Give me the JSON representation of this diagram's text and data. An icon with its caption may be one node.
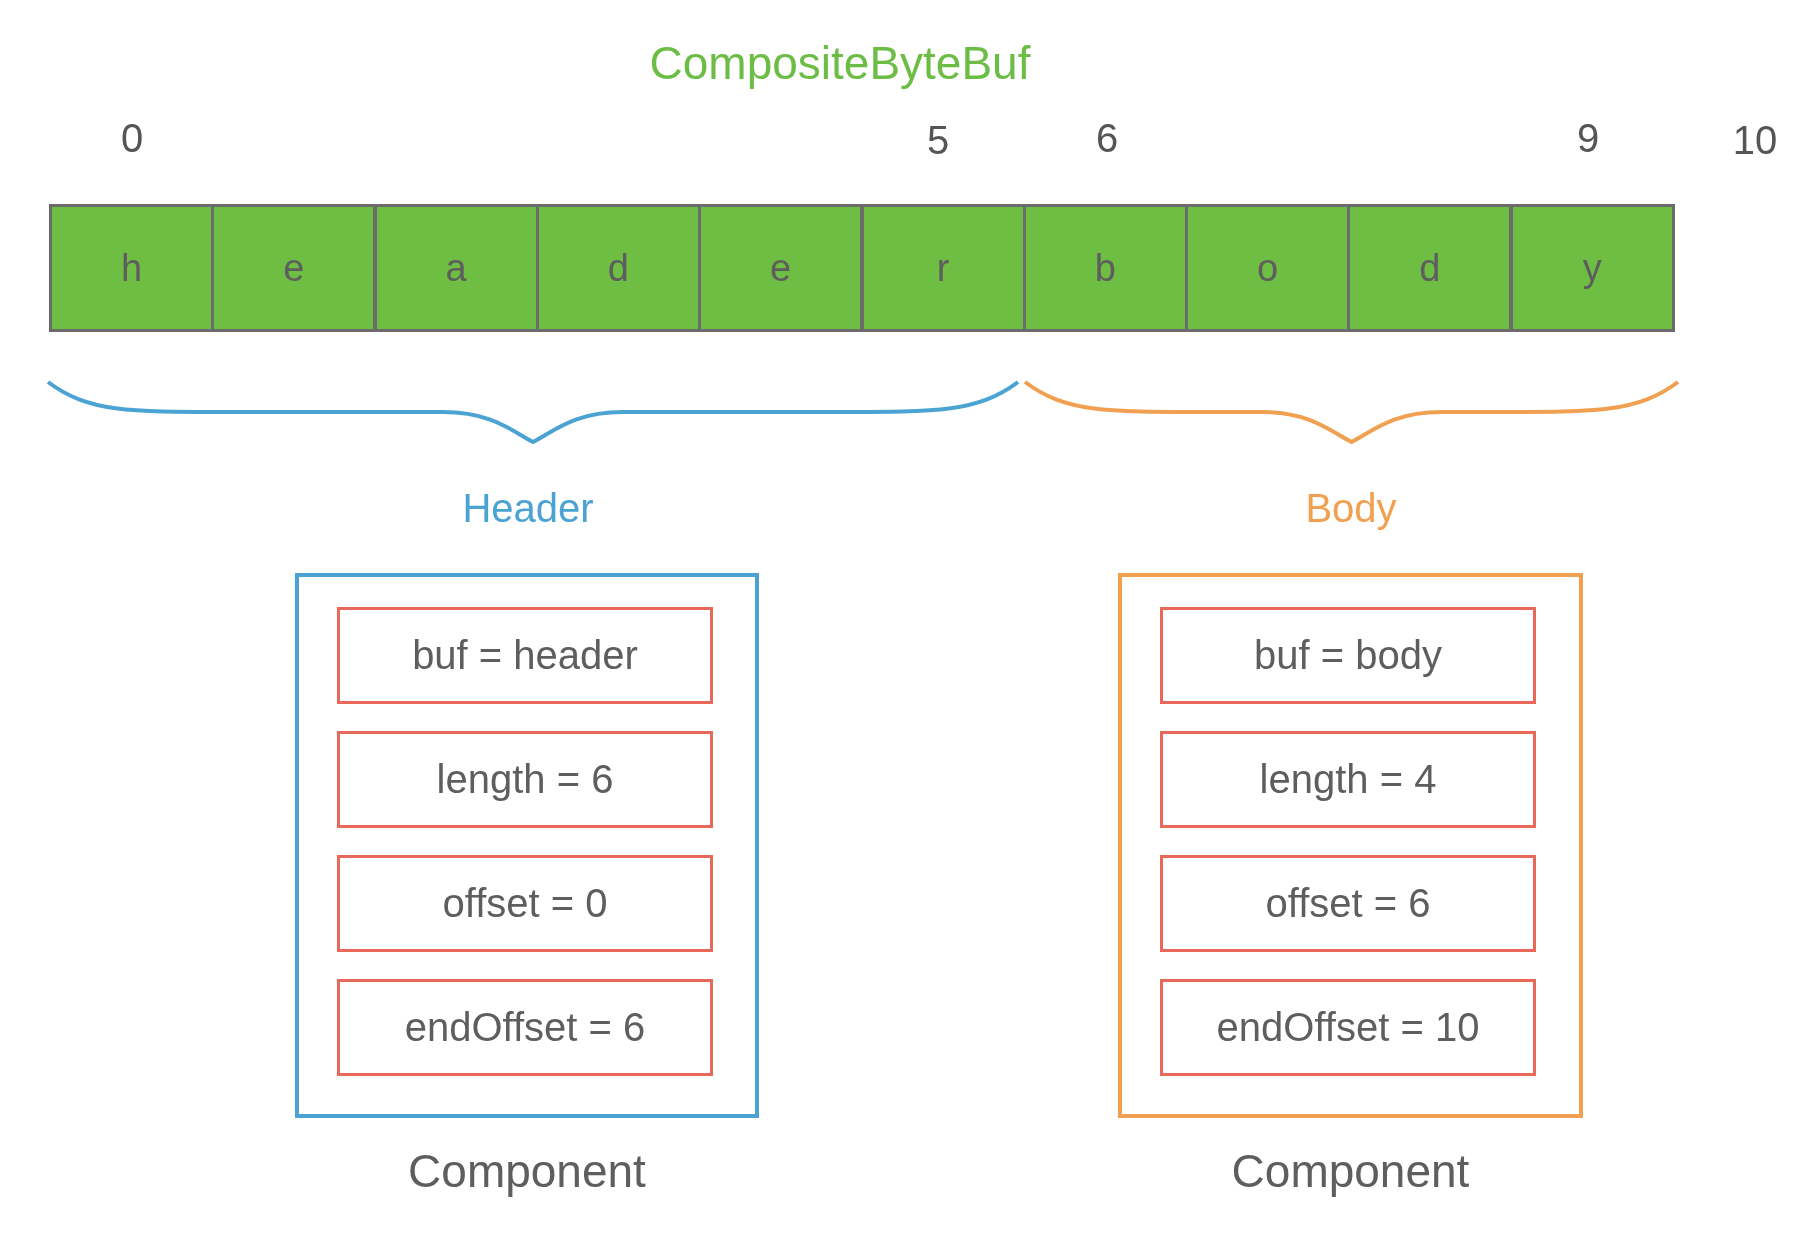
{
  "diagram": {
    "title": "CompositeByteBuf",
    "nodes": [
      {
        "text": [
          "h"
        ]
      },
      {
        "text": [
          "e"
        ]
      },
      {
        "text": [
          "a"
        ]
      },
      {
        "text": [
          "d"
        ]
      },
      {
        "text": [
          "e"
        ]
      },
      {
        "text": [
          "r"
        ]
      },
      {
        "text": [
          "b"
        ]
      },
      {
        "text": [
          "o"
        ]
      },
      {
        "text": [
          "d"
        ]
      },
      {
        "text": [
          "y"
        ]
      },
      {
        "text": [
          "Component"
        ]
      },
      {
        "text": [
          "buf = header"
        ],
        "in": 10
      },
      {
        "text": [
          "length = 6"
        ],
        "in": 10
      },
      {
        "text": [
          "offset = 0"
        ],
        "in": 10
      },
      {
        "text": [
          "endOffset = 6"
        ],
        "in": 10
      },
      {
        "text": [
          "Component"
        ]
      },
      {
        "text": [
          "buf = body"
        ],
        "in": 15
      },
      {
        "text": [
          "length = 4"
        ],
        "in": 15
      },
      {
        "text": [
          "offset = 6"
        ],
        "in": 15
      },
      {
        "text": [
          "endOffset = 10"
        ],
        "in": 15
      }
    ],
    "labels": [
      "0",
      "5",
      "6",
      "9",
      "10",
      "Header",
      "Body"
    ]
  }
}
